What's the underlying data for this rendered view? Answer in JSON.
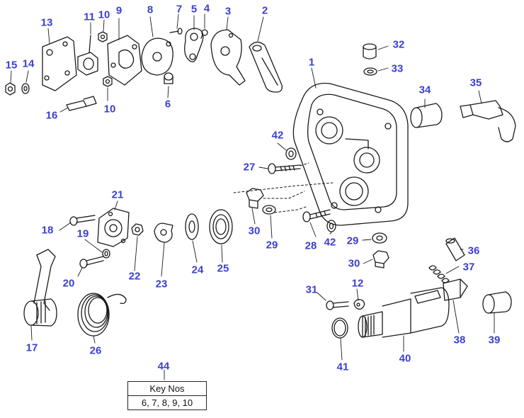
{
  "colors": {
    "callout": "#3a3fcf",
    "ink": "#1a1a1a",
    "paper": "#ffffff"
  },
  "callouts": {
    "n1": "1",
    "n2": "2",
    "n3": "3",
    "n4": "4",
    "n5": "5",
    "n6": "6",
    "n7": "7",
    "n8": "8",
    "n9": "9",
    "n10a": "10",
    "n10b": "10",
    "n11": "11",
    "n12": "12",
    "n13": "13",
    "n14": "14",
    "n15": "15",
    "n16": "16",
    "n17": "17",
    "n18": "18",
    "n19": "19",
    "n20": "20",
    "n21": "21",
    "n22": "22",
    "n23": "23",
    "n24": "24",
    "n25": "25",
    "n26": "26",
    "n27": "27",
    "n28": "28",
    "n29a": "29",
    "n29b": "29",
    "n30a": "30",
    "n30b": "30",
    "n31": "31",
    "n32": "32",
    "n33": "33",
    "n34": "34",
    "n35": "35",
    "n36": "36",
    "n37": "37",
    "n38": "38",
    "n39": "39",
    "n40": "40",
    "n41": "41",
    "n42a": "42",
    "n42b": "42",
    "n44": "44"
  },
  "key_table": {
    "header": "Key Nos",
    "value": "6, 7, 8, 9, 10"
  }
}
